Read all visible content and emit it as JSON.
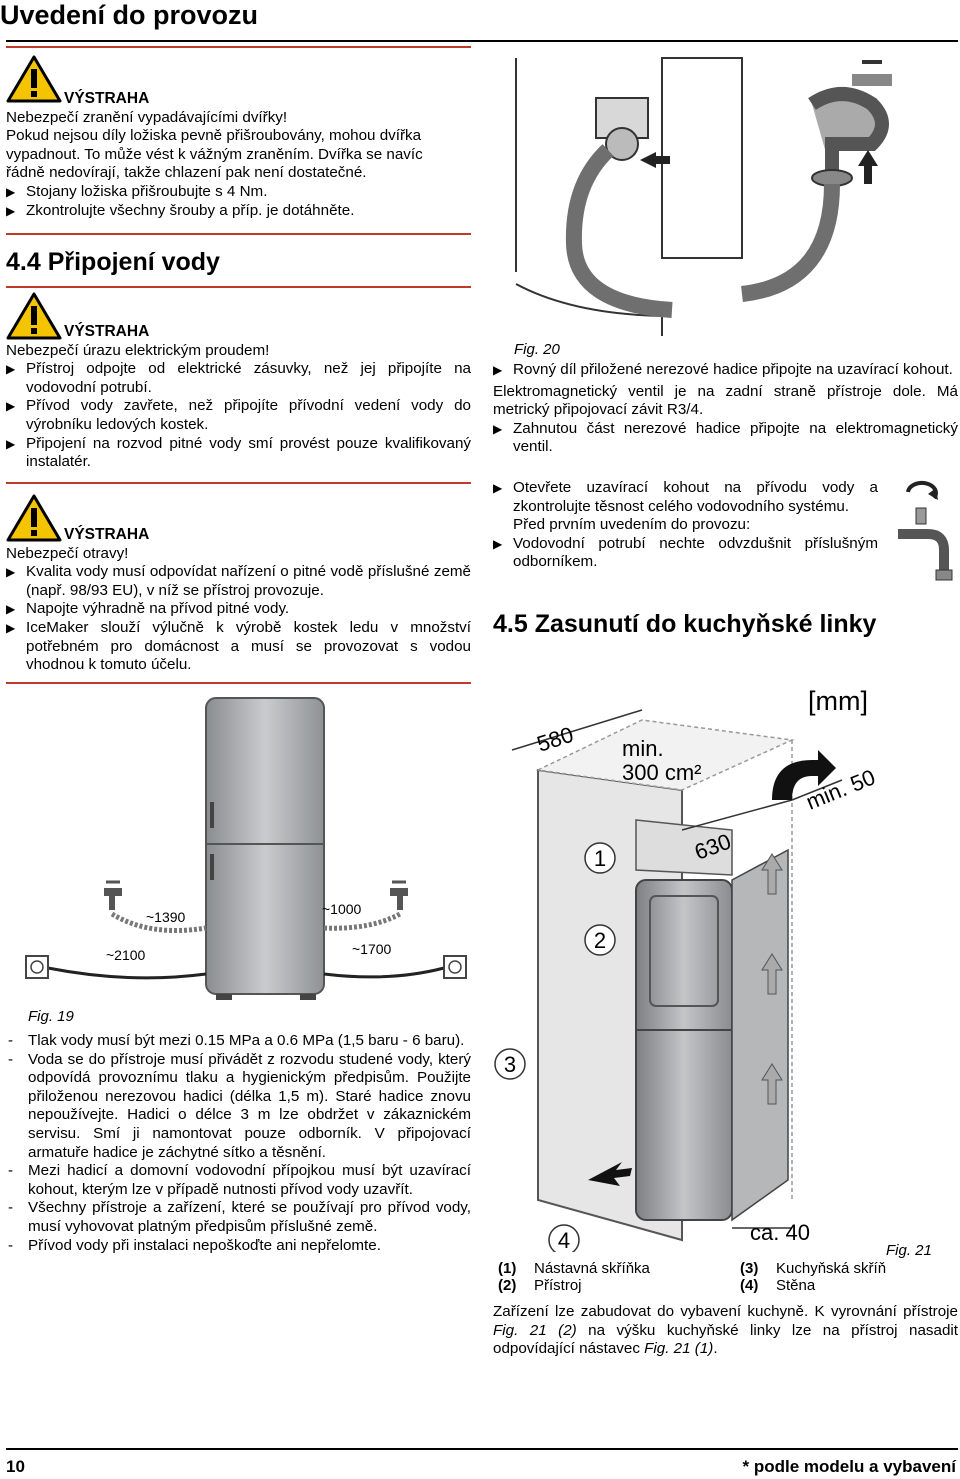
{
  "page": {
    "title": "Uvedení do provozu",
    "page_number": "10",
    "footer_note": "* podle modelu a vybavení"
  },
  "warning1": {
    "label": "VÝSTRAHA",
    "heading": "Nebezpečí zranění vypadávajícími dvířky!",
    "lines": [
      "Pokud nejsou díly ložiska pevně přišroubovány, mohou dvířka",
      "vypadnout. To může vést k vážným zraněním. Dvířka se navíc",
      "řádně nedovírají, takže chlazení pak není dostatečné."
    ],
    "bullets": [
      "Stojany ložiska přišroubujte s 4 Nm.",
      "Zkontrolujte všechny šrouby a příp. je dotáhněte."
    ]
  },
  "section44": {
    "heading": "4.4 Připojení vody"
  },
  "warning2": {
    "label": "VÝSTRAHA",
    "heading": "Nebezpečí úrazu elektrickým proudem!",
    "bullets": [
      "Přístroj odpojte od elektrické zásuvky, než jej připojíte na vodovodní potrubí.",
      "Přívod vody zavřete, než připojíte přívodní vedení vody do výrobníku ledových kostek.",
      "Připojení na rozvod pitné vody smí provést pouze kvalifikovaný instalatér."
    ]
  },
  "warning3": {
    "label": "VÝSTRAHA",
    "heading": "Nebezpečí otravy!",
    "bullets": [
      "Kvalita vody musí odpovídat nařízení o pitné vodě příslušné země (např. 98/93 EU), v níž se přístroj provozuje.",
      "Napojte výhradně na přívod pitné vody.",
      "IceMaker slouží výlučně k výrobě kostek ledu v množství potřebném pro domácnost a musí se provozovat s vodou vhodnou k tomuto účelu."
    ]
  },
  "fig19": {
    "caption": "Fig. 19",
    "labels": {
      "a": "~1390",
      "b": "~1000",
      "c": "~2100",
      "d": "~1700"
    }
  },
  "requirements": [
    "Tlak vody musí být mezi 0.15 MPa a 0.6 MPa (1,5 baru - 6 baru).",
    "Voda se do přístroje musí přivádět z rozvodu studené vody, který odpovídá provoznímu tlaku a hygienickým předpisům. Použijte přiloženou nerezovou hadici (délka 1,5 m). Staré hadice znovu nepoužívejte. Hadici o délce 3 m lze obdržet v zákaznickém servisu. Smí ji namontovat pouze odborník. V připojovací armatuře hadice je záchytné sítko a těsnění.",
    "Mezi hadicí a domovní vodovodní přípojkou musí být uzavírací kohout, kterým lze v případě nutnosti přívod vody uzavřít.",
    "Všechny přístroje a zařízení, které se používají pro přívod vody, musí vyhovovat platným předpisům příslušné země.",
    "Přívod vody při instalaci nepoškoďte ani nepřelomte."
  ],
  "fig20": {
    "caption": "Fig. 20",
    "bullet1": "Rovný díl přiložené nerezové hadice připojte na uzavírací kohout.",
    "para": "Elektromagnetický ventil je na zadní straně přístroje dole. Má metrický připojovací závit R3/4.",
    "bullet2": "Zahnutou část nerezové hadice připojte na elektromagnetický ventil.",
    "bullet3": "Otevřete uzavírací kohout na přívodu vody a zkontrolujte těsnost celého vodovodního systému.",
    "before_first": "Před prvním uvedením do provozu:",
    "bullet4": "Vodovodní potrubí nechte odvzdušnit příslušným odborníkem."
  },
  "section45": {
    "heading": "4.5 Zasunutí do kuchyňské linky"
  },
  "fig21": {
    "caption": "Fig. 21",
    "unit": "[mm]",
    "dim580": "580",
    "min_area_1": "min.",
    "min_area_2": "300 cm²",
    "min50": "min. 50",
    "dim630": "630",
    "ca40": "ca. 40",
    "n1": "1",
    "n2": "2",
    "n3": "3",
    "n4": "4",
    "legend": [
      {
        "num": "(1)",
        "text": "Nástavná skříňka"
      },
      {
        "num": "(2)",
        "text": "Přístroj"
      },
      {
        "num": "(3)",
        "text": "Kuchyňská skříň"
      },
      {
        "num": "(4)",
        "text": "Stěna"
      }
    ]
  },
  "final_para": {
    "t1": "Zařízení lze zabudovat do vybavení kuchyně. K vyrovnání přístroje ",
    "r1": "Fig. 21 (2)",
    "t2": " na výšku kuchyňské linky lze na přístroj nasadit odpovídající nástavec ",
    "r2": "Fig. 21 (1)",
    "t3": "."
  }
}
